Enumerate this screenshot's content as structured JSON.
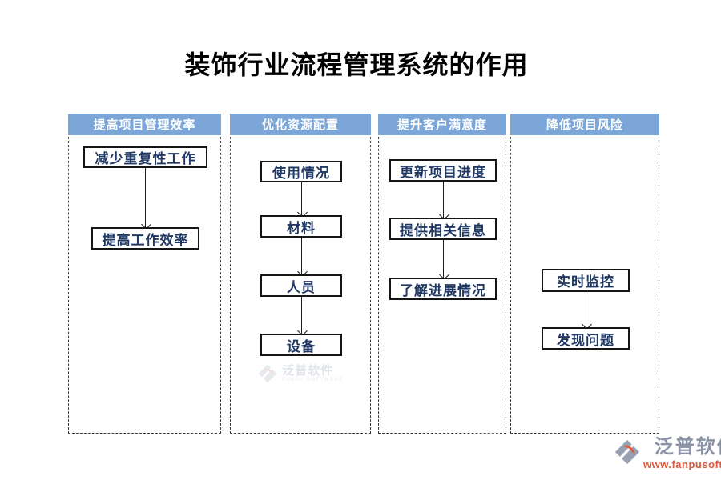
{
  "title": "装饰行业流程管理系统的作用",
  "columns": [
    {
      "header": "提高项目管理效率",
      "boxes": [
        "减少重复性工作",
        "提高工作效率"
      ]
    },
    {
      "header": "优化资源配置",
      "boxes": [
        "使用情况",
        "材料",
        "人员",
        "设备"
      ]
    },
    {
      "header": "提升客户满意度",
      "boxes": [
        "更新项目进度",
        "提供相关信息",
        "了解进展情况"
      ]
    },
    {
      "header": "降低项目风险",
      "boxes": [
        "实时监控",
        "发现问题"
      ]
    }
  ],
  "watermark": {
    "brand": "泛普软件",
    "subtitle": "FANPU SOFTWARE"
  },
  "footer": {
    "brand": "泛普软件",
    "url": "www.fanpusoft.com"
  },
  "colors": {
    "header_bg": "#7CA6D8",
    "header_text": "#FFFFFF",
    "box_text": "#1F3864",
    "box_border": "#151515",
    "dashed_border": "#3C3C3C",
    "footer_brand_gray": "#8B93A7",
    "footer_url_orange": "#E0593C",
    "logo_gray": "#97A1B1",
    "logo_orange": "#E0593C"
  }
}
